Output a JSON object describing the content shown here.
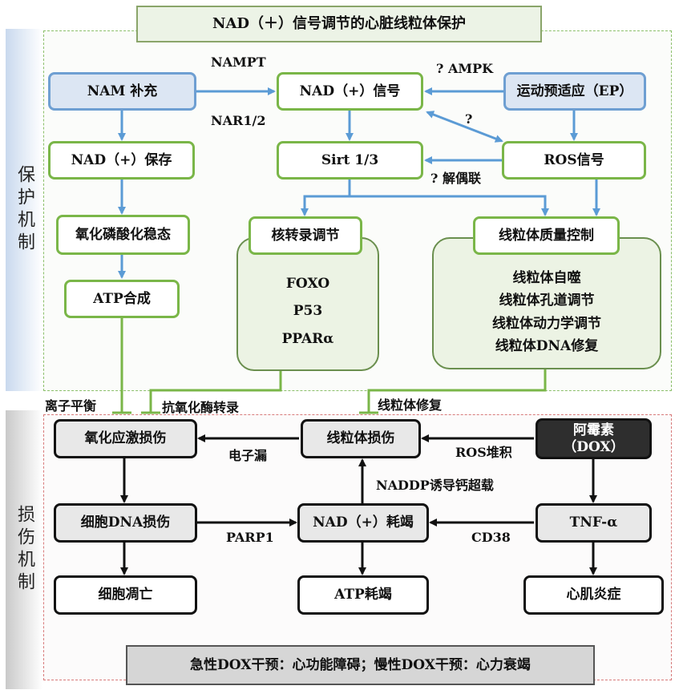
{
  "title": "NAD（＋）信号调节的心脏线粒体保护",
  "sections": {
    "protect": "保护机制",
    "damage": "损伤机制"
  },
  "protect_boxes": {
    "nam": "NAM 补充",
    "nad_signal": "NAD（+）信号",
    "exercise": "运动预适应（EP）",
    "nad_store": "NAD（+）保存",
    "sirt": "Sirt 1/3",
    "ros_signal": "ROS信号",
    "oxphos": "氧化磷酸化稳态",
    "nuclear": "核转录调节",
    "mito_qc": "线粒体质量控制",
    "atp_syn": "ATP合成"
  },
  "nuclear_list": [
    "FOXO",
    "P53",
    "PPARα"
  ],
  "mito_list": [
    "线粒体自噬",
    "线粒体孔道调节",
    "线粒体动力学调节",
    "线粒体DNA修复"
  ],
  "protect_labels": {
    "nampt": "NAMPT",
    "nar": "NAR1/2",
    "ampk": "? AMPK",
    "q": "?",
    "uncoupling": "? 解偶联",
    "ion_balance": "离子平衡",
    "antioxidant": "抗氧化酶转录",
    "mito_repair": "线粒体修复"
  },
  "damage_boxes": {
    "oxidative": "氧化应激损伤",
    "mito_damage": "线粒体损伤",
    "dox_name": "阿霉素",
    "dox_abbr": "（DOX）",
    "cell_dna": "细胞DNA损伤",
    "nad_deplete": "NAD（+）耗竭",
    "tnf": "TNF-α",
    "apoptosis": "细胞凋亡",
    "atp_deplete": "ATP耗竭",
    "myocarditis": "心肌炎症"
  },
  "damage_labels": {
    "electron_leak": "电子漏",
    "ros_accum": "ROS堆积",
    "naddp": "NADDP诱导钙超载",
    "parp1": "PARP1",
    "cd38": "CD38"
  },
  "bottom_note": "急性DOX干预：心功能障碍；慢性DOX干预：心力衰竭",
  "colors": {
    "green": "#7ab648",
    "blue": "#6e9fd2",
    "dark": "#111111"
  }
}
